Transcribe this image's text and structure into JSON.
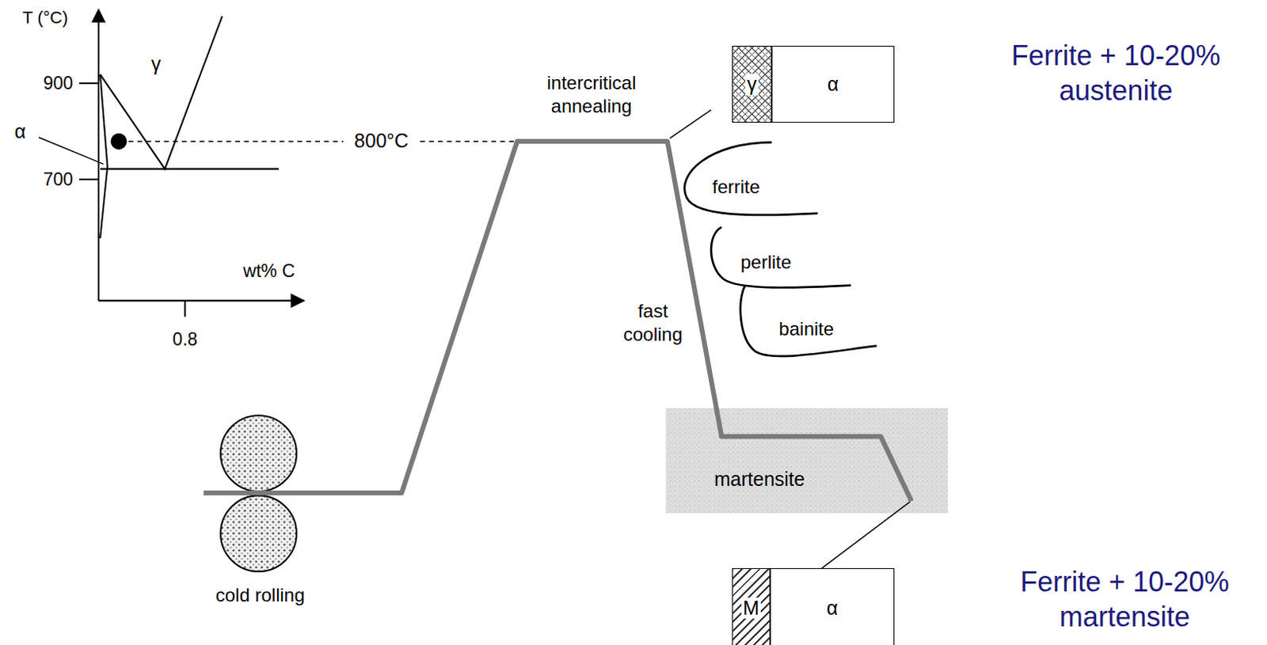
{
  "diagram": {
    "nodes": [
      {
        "text": [
          "γ"
        ]
      },
      {
        "text": [
          "α"
        ]
      },
      {
        "text": [
          "martensite"
        ]
      },
      {
        "text": [
          "M"
        ]
      },
      {
        "text": [
          "α"
        ]
      }
    ],
    "labels": [
      "T (°C)",
      "900",
      "700",
      "γ",
      "α",
      "wt% C",
      "0.8",
      "800°C",
      "intercritical annealing",
      "ferrite",
      "perlite",
      "bainite",
      "fast cooling",
      "cold rolling",
      "Ferrite + 10-20% austenite",
      "Ferrite + 10-20% martensite"
    ]
  }
}
